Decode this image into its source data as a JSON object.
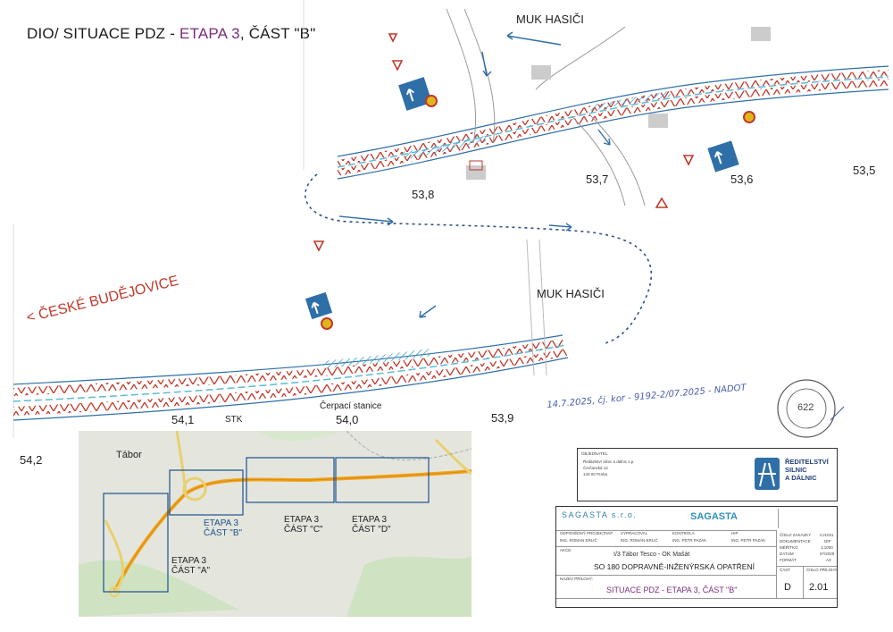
{
  "title": {
    "prefix": "DIO/ SITUACE PDZ - ",
    "stage": "ETAPA 3",
    "part": ",   ČÁST \"B\""
  },
  "labels": {
    "muk_top": "MUK HASIČI",
    "muk_mid": "MUK HASIČI",
    "direction": "< ČESKÉ BUDĚJOVICE",
    "stk": "STK",
    "station": "Čerpací stanice"
  },
  "km_marks": [
    "53,8",
    "53,7",
    "53,6",
    "53,5",
    "54,1",
    "54,0",
    "53,9",
    "54,2"
  ],
  "handwritten_note": "14.7.2025, čj. kor - 9192-2/07.2025 - NADOT",
  "stamp": {
    "number": "622"
  },
  "inset": {
    "town": "Tábor",
    "areas": [
      {
        "stage": "ETAPA 3",
        "part": "ČÁST \"A\""
      },
      {
        "stage": "ETAPA 3",
        "part": "ČÁST \"B\""
      },
      {
        "stage": "ETAPA 3",
        "part": "ČÁST \"C\""
      },
      {
        "stage": "ETAPA 3",
        "part": "ČÁST \"D\""
      }
    ]
  },
  "client_block": {
    "header": "OBJEDNATEL:",
    "lines": [
      "Ředitelství silnic a dálnic s.p.",
      "Čerčanská 12",
      "140 00 Praha"
    ],
    "logo_text": [
      "ŘEDITELSTVÍ",
      "SILNIC",
      "A DÁLNIC"
    ]
  },
  "project_block": {
    "company": "SAGASTA s.r.o.",
    "company_logo": "SAGASTA",
    "roles": [
      "ODPOVĚDNÝ PROJEKTANT",
      "VYPRACOVAL",
      "KONTROLA",
      "HIP"
    ],
    "names": [
      "ING. ROMAN ERLIČ",
      "ING. ROMAN ERLIČ",
      "ING. PETR PAZÁK",
      "ING. PETR PAZÁK"
    ],
    "stage_label": "AKCE:",
    "project": "I/3 Tábor Tesco - OK Mašát",
    "so": "SO 180 DOPRAVNĚ-INŽENÝRSKÁ OPATŘENÍ",
    "drawing_label": "NÁZEV PŘÍLOHY:",
    "drawing": "SITUACE PDZ - ETAPA 3, ČÁST \"B\"",
    "meta_labels": [
      "ČÍSLO ZAKÁZKY",
      "DOKUMENTACE",
      "MĚŘÍTKO",
      "DATUM",
      "FORMÁT"
    ],
    "meta_values": [
      "CJ1031",
      "DIP",
      "1:1000",
      "07/2025",
      "A3"
    ],
    "part_label": "ČÁST",
    "part_value": "D",
    "num_label": "ČÍSLO PŘÍLOHY",
    "num_value": "2.01"
  },
  "colors": {
    "hatch": "#c0392b",
    "road": "#2f6fa8",
    "lane": "#5bbcd6",
    "sign": "#2f6fa8",
    "stage": "#7b2d7b"
  }
}
